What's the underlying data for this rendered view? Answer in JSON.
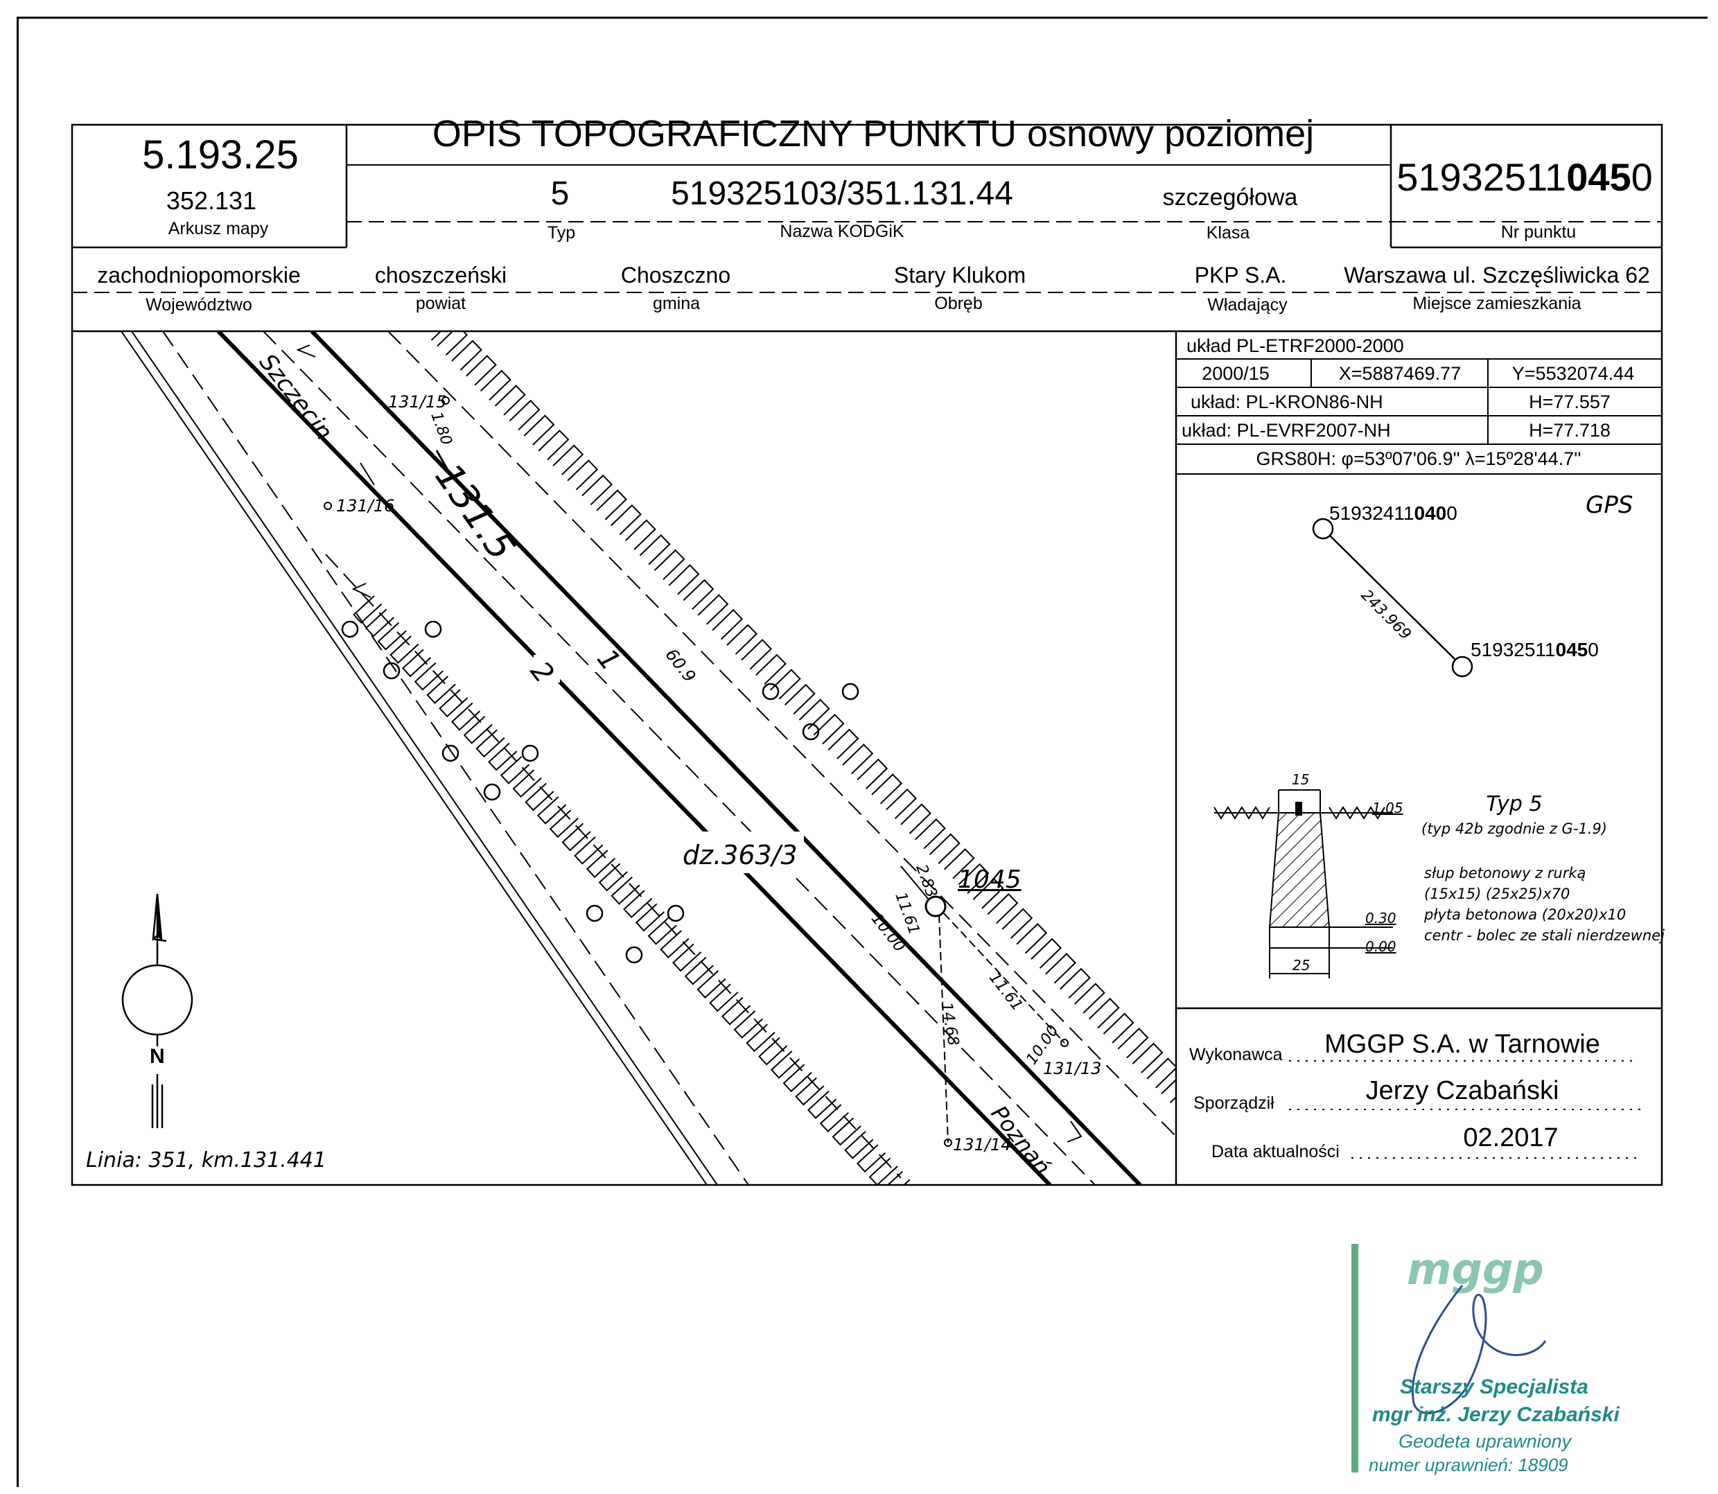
{
  "header": {
    "title": "OPIS TOPOGRAFICZNY PUNKTU osnowy poziomej",
    "sheet_number": "5.193.25",
    "sheet_sub": "352.131",
    "sheet_label": "Arkusz mapy",
    "point_id_prefix": "51932511",
    "point_id_bold": "045",
    "point_id_suffix": "0",
    "point_id_label": "Nr punktu",
    "typ_value": "5",
    "typ_label": "Typ",
    "kodgik_value": "519325103/351.131.44",
    "kodgik_label": "Nazwa KODGiK",
    "klasa_value": "szczegółowa",
    "klasa_label": "Klasa"
  },
  "location": {
    "wojewodztwo": "zachodniopomorskie",
    "wojewodztwo_label": "Województwo",
    "powiat": "choszczeński",
    "powiat_label": "powiat",
    "gmina": "Choszczno",
    "gmina_label": "gmina",
    "obreb": "Stary Klukom",
    "obreb_label": "Obręb",
    "wladajacy": "PKP S.A.",
    "wladajacy_label": "Władający",
    "miejsce": "Warszawa ul. Szczęśliwicka 62",
    "miejsce_label": "Miejsce zamieszkania"
  },
  "coords": {
    "uklad_1": "układ PL-ETRF2000-2000",
    "zone": "2000/15",
    "x": "X=5887469.77",
    "y": "Y=5532074.44",
    "uklad_2": "układ: PL-KRON86-NH",
    "h1": "H=77.557",
    "uklad_3": "układ: PL-EVRF2007-NH",
    "h2": "H=77.718",
    "grs": "GRS80H: φ=53º07'06.9'' λ=15º28'44.7''"
  },
  "gps": {
    "label": "GPS",
    "point_a_prefix": "51932411",
    "point_a_bold": "040",
    "point_a_suffix": "0",
    "point_b_prefix": "51932511",
    "point_b_bold": "045",
    "point_b_suffix": "0",
    "distance": "243.969"
  },
  "type_detail": {
    "dim_top": "15",
    "dim_ground": "1.05",
    "dim_mid": "0.30",
    "dim_bottom": "0.00",
    "dim_base": "25",
    "title": "Typ 5",
    "subtitle": "(typ 42b zgodnie z G-1.9)",
    "line1": "słup betonowy z rurką",
    "line2": "(15x15) (25x25)x70",
    "line3": "płyta betonowa (20x20)x10",
    "line4": "centr - bolec ze stali nierdzewnej"
  },
  "sketch": {
    "szczecin": "Szczecin",
    "poznan": "Poznań",
    "km_label": "131.5",
    "km_131_15": "131/15",
    "km_131_16": "131/16",
    "km_131_13": "131/13",
    "km_131_14": "131/14",
    "d_1_80": "1.80",
    "d_60_9": "60.9",
    "d_2_83": "2.83",
    "d_11_61a": "11.61",
    "d_10_00a": "10.00",
    "d_11_61b": "11.61",
    "d_14_68": "14.68",
    "d_10_00b": "10.00",
    "track_1": "1",
    "track_2": "2",
    "parcel": "dz.363/3",
    "point_label": "1045",
    "north": "N",
    "line_info": "Linia: 351, km.131.441"
  },
  "footer": {
    "wykonawca_label": "Wykonawca",
    "wykonawca": "MGGP S.A.  w Tarnowie",
    "sporzadzil_label": "Sporządził",
    "sporzadzil": "Jerzy Czabański",
    "data_label": "Data aktualności",
    "data": "02.2017"
  },
  "stamp": {
    "logo": "mggp",
    "role": "Starszy Specjalista",
    "name": "mgr inż. Jerzy Czabański",
    "title": "Geodeta uprawniony",
    "license": "numer uprawnień: 18909"
  }
}
